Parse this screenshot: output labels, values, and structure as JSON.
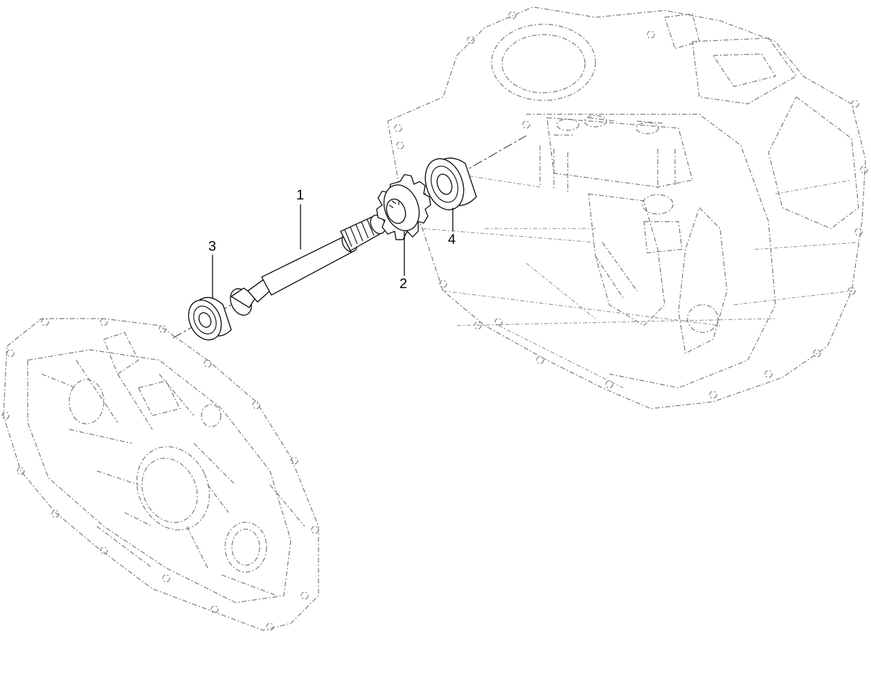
{
  "callouts": [
    {
      "id": "1",
      "label": "1",
      "part": "shaft"
    },
    {
      "id": "2",
      "label": "2",
      "part": "gear"
    },
    {
      "id": "3",
      "label": "3",
      "part": "bearing-left"
    },
    {
      "id": "4",
      "label": "4",
      "part": "bearing-right"
    }
  ]
}
